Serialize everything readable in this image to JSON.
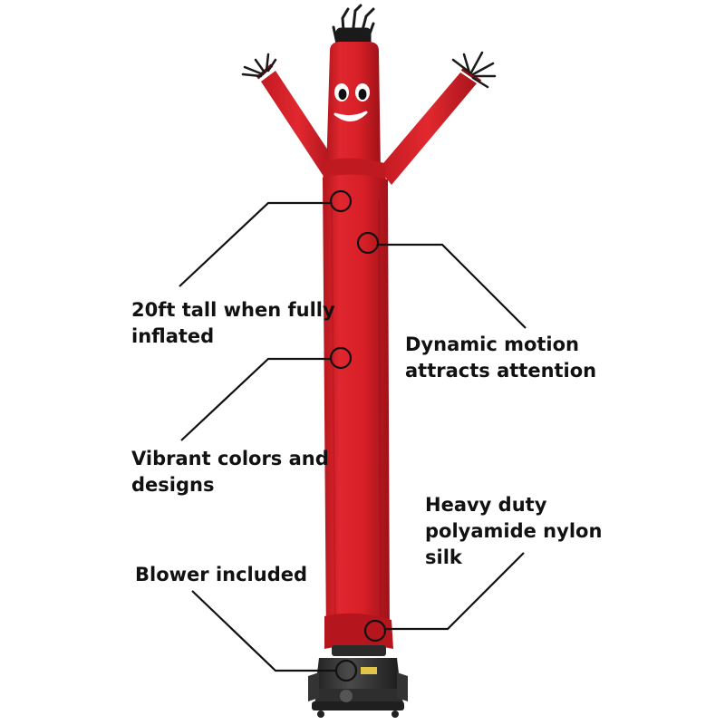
{
  "callouts": {
    "tall": {
      "line1": "20ft tall when fully",
      "line2": "inflated"
    },
    "motion": {
      "line1": "Dynamic motion",
      "line2": "attracts attention"
    },
    "colors": {
      "line1": "Vibrant colors and",
      "line2": "designs"
    },
    "nylon": {
      "line1": "Heavy duty",
      "line2": "polyamide nylon",
      "line3": "silk"
    },
    "blower": {
      "line1": "Blower included"
    }
  },
  "colors": {
    "tube": "#d91e26",
    "tube_shadow": "#a8141b",
    "line": "#111111",
    "blower": "#3a3a3a"
  }
}
